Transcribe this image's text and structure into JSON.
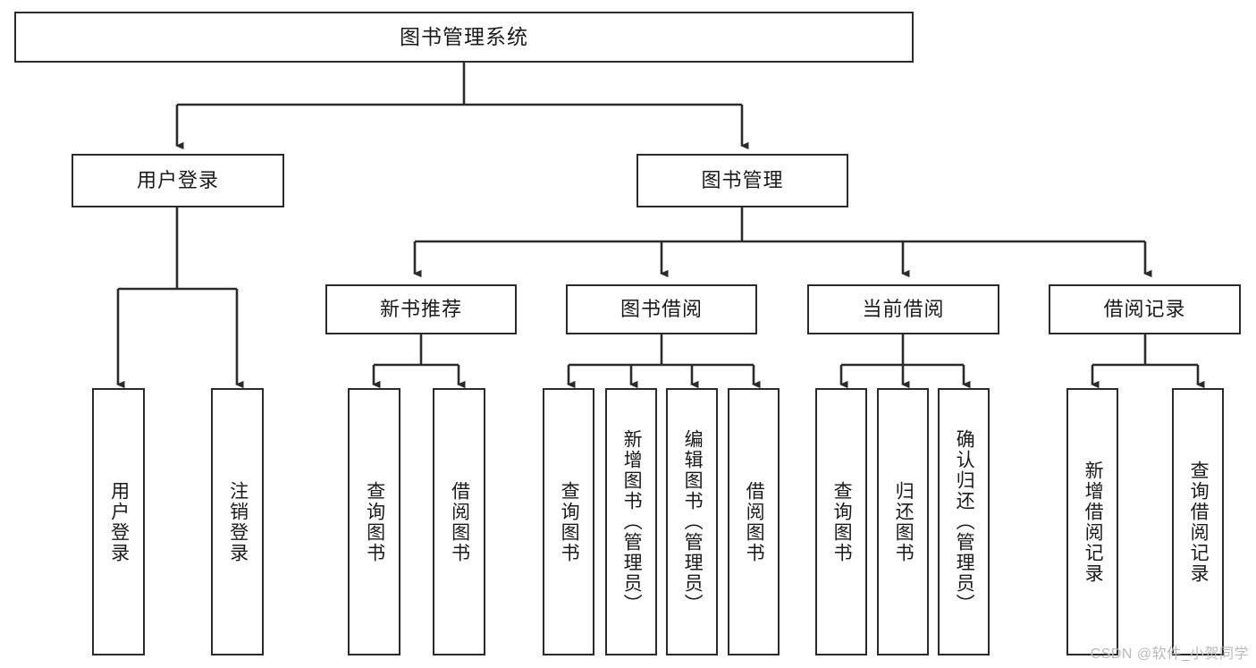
{
  "diagram": {
    "title": "图书管理系统",
    "type": "tree-structure-chart",
    "watermark": "CSDN @软件_小贺同学",
    "colors": {
      "stroke": "#2b2b2b",
      "fill": "#ffffff",
      "text": "#1a1a1a",
      "watermark": "#b9b9b9"
    },
    "nodes": {
      "root": {
        "label": "图书管理系统"
      },
      "level1": [
        {
          "label": "用户登录"
        },
        {
          "label": "图书管理"
        }
      ],
      "level2": [
        {
          "label": "新书推荐"
        },
        {
          "label": "图书借阅"
        },
        {
          "label": "当前借阅"
        },
        {
          "label": "借阅记录"
        }
      ],
      "leaves_user_login": [
        {
          "label": "用户登录"
        },
        {
          "label": "注销登录"
        }
      ],
      "leaves_new_book": [
        {
          "label": "查询图书"
        },
        {
          "label": "借阅图书"
        }
      ],
      "leaves_borrow": [
        {
          "label": "查询图书"
        },
        {
          "label": "新增图书（管理员）"
        },
        {
          "label": "编辑图书（管理员）"
        },
        {
          "label": "借阅图书"
        }
      ],
      "leaves_current": [
        {
          "label": "查询图书"
        },
        {
          "label": "归还图书"
        },
        {
          "label": "确认归还（管理员）"
        }
      ],
      "leaves_record": [
        {
          "label": "新增借阅记录"
        },
        {
          "label": "查询借阅记录"
        }
      ]
    }
  }
}
